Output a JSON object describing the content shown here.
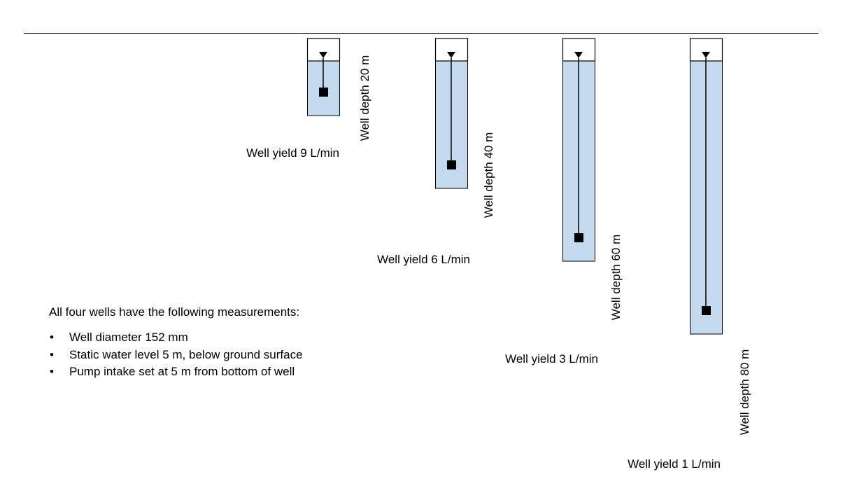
{
  "colors": {
    "water": "#c4d9ed",
    "outline": "#000000",
    "background": "#ffffff"
  },
  "icons": {
    "water_level": "water-level-triangle-icon",
    "pump": "pump-intake-square-icon"
  },
  "wells": [
    {
      "depth_label": "Well depth 20 m",
      "yield_label": "Well yield 9 L/min",
      "depth_m": 20,
      "yield_l_per_min": 9
    },
    {
      "depth_label": "Well depth 40 m",
      "yield_label": "Well yield 6 L/min",
      "depth_m": 40,
      "yield_l_per_min": 6
    },
    {
      "depth_label": "Well depth 60 m",
      "yield_label": "Well yield 3 L/min",
      "depth_m": 60,
      "yield_l_per_min": 3
    },
    {
      "depth_label": "Well depth 80 m",
      "yield_label": "Well yield 1 L/min",
      "depth_m": 80,
      "yield_l_per_min": 1
    }
  ],
  "notes": {
    "heading": "All four wells have the following measurements:",
    "items": [
      "Well diameter 152 mm",
      "Static water level 5 m, below ground surface",
      "Pump intake set at 5 m from bottom of well"
    ]
  }
}
